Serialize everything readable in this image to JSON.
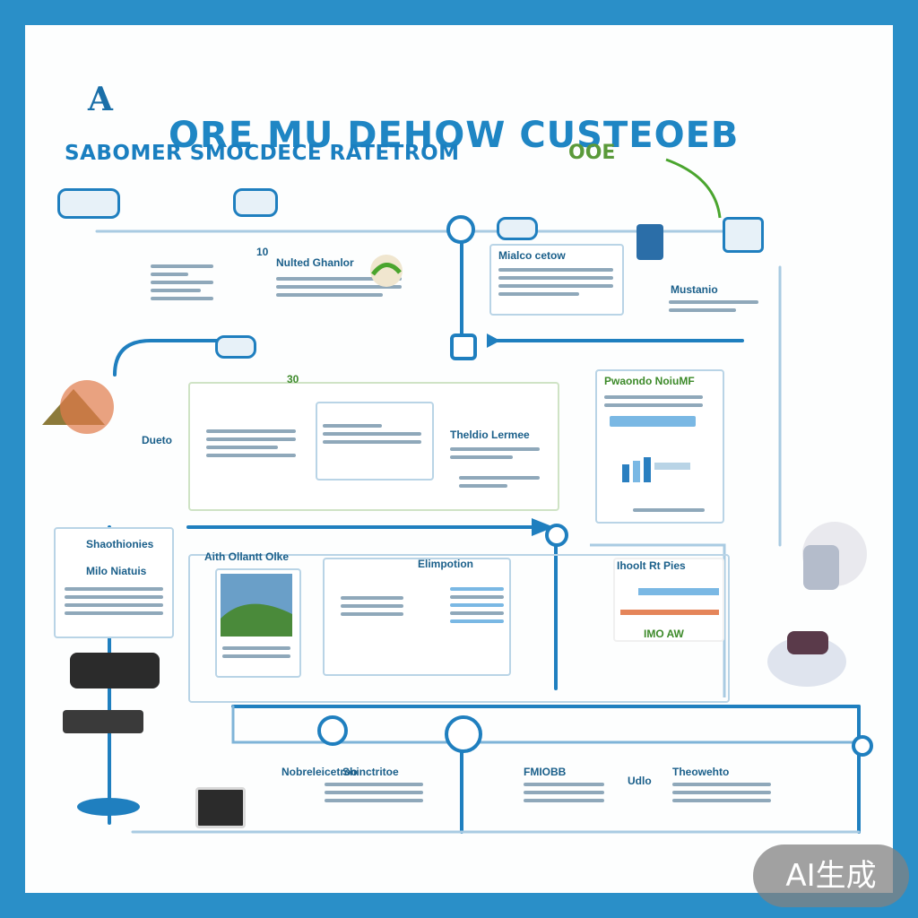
{
  "header": {
    "badge": "A",
    "title": "ORE MU DEHOW CUSTEOEB",
    "subtitle": "SABOMER SMOCDECE RATETROM",
    "subtitle_tail": "OOE"
  },
  "cards": {
    "top_left_number": "10",
    "top_left_heading": "Nulted Ghanlor",
    "top_center_heading": "Mialco cetow",
    "right_heading": "Mustanio",
    "mid_left_number": "30",
    "mid_center_heading": "Theldio Lermee",
    "mid_right_heading": "Pwaondo NoiuMF",
    "left_label": "Dueto",
    "left_panel_heading": "Shaothionies",
    "left_panel_sub": "Milo Niatuis",
    "bottom_left_heading": "Aith Ollantt Olke",
    "bottom_center_heading": "Elimpotion",
    "bottom_right_heading": "Ihoolt Rt Pies",
    "bottom_right_sub": "IMO AW",
    "footer_a": "Nobreleicetroo",
    "footer_b": "Shinctritoe",
    "footer_c": "FMIOBB",
    "footer_d": "Theowehto",
    "footer_e": "Udlo"
  },
  "watermark": "AI生成",
  "colors": {
    "frame": "#2a8fc8",
    "line_blue": "#1f7fbf",
    "accent_green": "#3d8a2a",
    "card_border": "#b9d4e6"
  },
  "icons": [
    "connector-icon",
    "gear-icon",
    "chart-icon",
    "server-icon",
    "person-icon",
    "magnifier-icon",
    "cloud-icon",
    "robot-icon"
  ]
}
